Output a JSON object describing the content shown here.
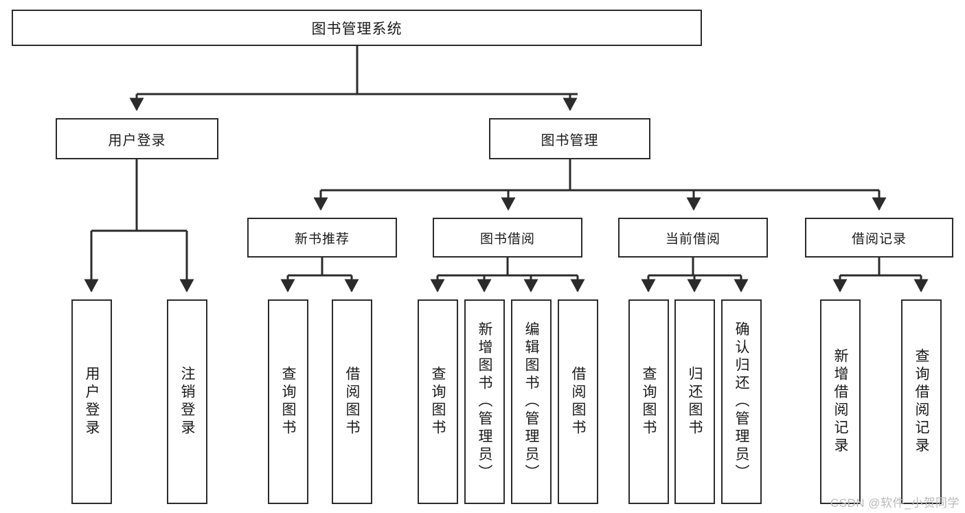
{
  "diagram": {
    "title": "图书管理系统",
    "type": "tree-hierarchy-chart",
    "watermark": "CSDN @软件_小贺同学",
    "colors": {
      "border": "#2b2b2b",
      "background": "#ffffff",
      "text": "#1a1a1a",
      "watermark": "#b9b9b9"
    }
  },
  "nodes": {
    "root": {
      "label": "图书管理系统"
    },
    "level2": [
      {
        "id": "user-login",
        "label": "用户登录"
      },
      {
        "id": "book-management",
        "label": "图书管理"
      }
    ],
    "level3": [
      {
        "id": "new-book-recommend",
        "label": "新书推荐"
      },
      {
        "id": "book-borrow",
        "label": "图书借阅"
      },
      {
        "id": "current-borrow",
        "label": "当前借阅"
      },
      {
        "id": "borrow-record",
        "label": "借阅记录"
      }
    ],
    "leaves": {
      "user_login": [
        {
          "id": "leaf-user-login",
          "label": "用户登录"
        },
        {
          "id": "leaf-logout-login",
          "label": "注销登录"
        }
      ],
      "new_book_recommend": [
        {
          "id": "leaf-query-book-1",
          "label": "查询图书"
        },
        {
          "id": "leaf-borrow-book-1",
          "label": "借阅图书"
        }
      ],
      "book_borrow": [
        {
          "id": "leaf-query-book-2",
          "label": "查询图书"
        },
        {
          "id": "leaf-add-book-admin",
          "label": "新增图书（管理员）"
        },
        {
          "id": "leaf-edit-book-admin",
          "label": "编辑图书（管理员）"
        },
        {
          "id": "leaf-borrow-book-2",
          "label": "借阅图书"
        }
      ],
      "current_borrow": [
        {
          "id": "leaf-query-book-3",
          "label": "查询图书"
        },
        {
          "id": "leaf-return-book",
          "label": "归还图书"
        },
        {
          "id": "leaf-confirm-return-admin",
          "label": "确认归还（管理员）"
        }
      ],
      "borrow_record": [
        {
          "id": "leaf-add-borrow-record",
          "label": "新增借阅记录"
        },
        {
          "id": "leaf-query-borrow-record",
          "label": "查询借阅记录"
        }
      ]
    }
  }
}
